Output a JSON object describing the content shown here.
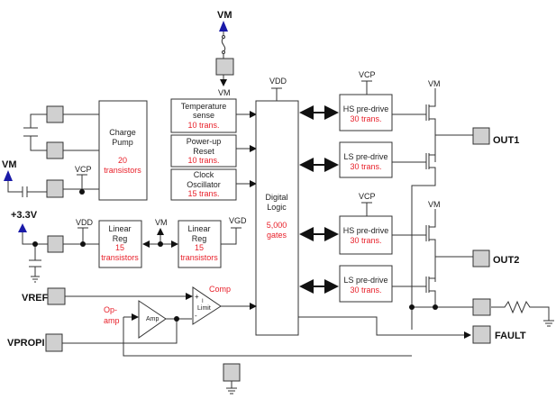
{
  "colors": {
    "annotation": "#e8202a",
    "supply_arrow": "#1a1aa8",
    "pad": "#d0d0d0"
  },
  "rails": {
    "vm": "VM",
    "vcp": "VCP",
    "vdd": "VDD",
    "vgd": "VGD",
    "v33": "+3.3V"
  },
  "blocks": {
    "charge_pump": {
      "l1": "Charge",
      "l2": "Pump",
      "c1": "20",
      "c2": "transistors"
    },
    "temp": {
      "l1": "Temperature",
      "l2": "sense",
      "c": "10 trans."
    },
    "por": {
      "l1": "Power-up",
      "l2": "Reset",
      "c": "10 trans."
    },
    "clock": {
      "l1": "Clock",
      "l2": "Oscillator",
      "c": "15 trans."
    },
    "logic": {
      "l1": "Digital",
      "l2": "Logic",
      "c1": "5,000",
      "c2": "gates"
    },
    "hs1": {
      "l": "HS pre-drive",
      "c": "30 trans."
    },
    "ls1": {
      "l": "LS pre-drive",
      "c": "30 trans."
    },
    "hs2": {
      "l": "HS pre-drive",
      "c": "30 trans."
    },
    "ls2": {
      "l": "LS pre-drive",
      "c": "30 trans."
    },
    "lreg1": {
      "l1": "Linear",
      "l2": "Reg",
      "c1": "15",
      "c2": "transistors"
    },
    "lreg2": {
      "l1": "Linear",
      "l2": "Reg",
      "c1": "15",
      "c2": "transistors"
    },
    "amp": {
      "l": "Amp",
      "note1": "Op-",
      "note2": "amp"
    },
    "comp": {
      "l1": "I",
      "l2": "Limit",
      "plus": "+",
      "minus": "-",
      "note": "Comp"
    }
  },
  "pins": {
    "out1": "OUT1",
    "out2": "OUT2",
    "fault": "FAULT",
    "vref": "VREF",
    "vpropi": "VPROPI"
  }
}
